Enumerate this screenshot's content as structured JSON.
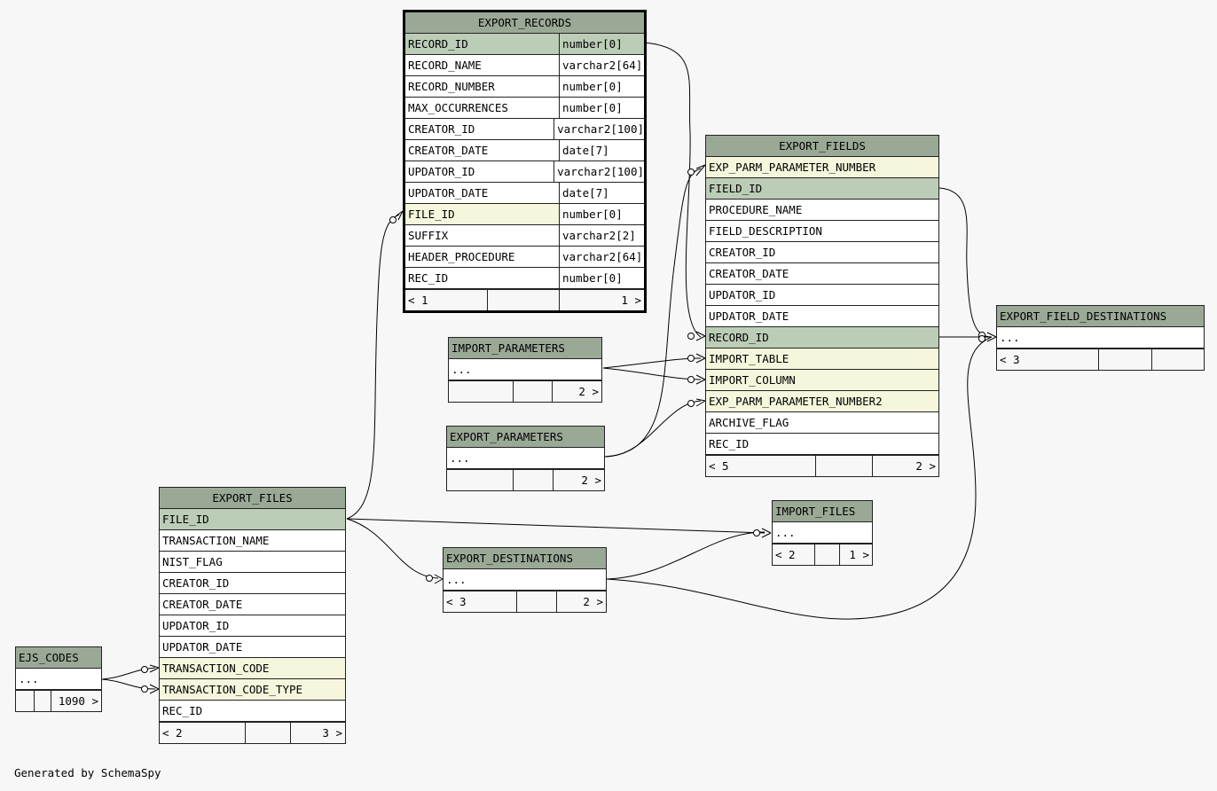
{
  "generated_by": "Generated by SchemaSpy",
  "colors": {
    "header": "#9aa996",
    "primary_key": "#bccdb7",
    "foreign_key": "#f5f6dc",
    "background": "#f7f7f7"
  },
  "export_records": {
    "title": "EXPORT_RECORDS",
    "columns": [
      {
        "name": "RECORD_ID",
        "type": "number[0]"
      },
      {
        "name": "RECORD_NAME",
        "type": "varchar2[64]"
      },
      {
        "name": "RECORD_NUMBER",
        "type": "number[0]"
      },
      {
        "name": "MAX_OCCURRENCES",
        "type": "number[0]"
      },
      {
        "name": "CREATOR_ID",
        "type": "varchar2[100]"
      },
      {
        "name": "CREATOR_DATE",
        "type": "date[7]"
      },
      {
        "name": "UPDATOR_ID",
        "type": "varchar2[100]"
      },
      {
        "name": "UPDATOR_DATE",
        "type": "date[7]"
      },
      {
        "name": "FILE_ID",
        "type": "number[0]"
      },
      {
        "name": "SUFFIX",
        "type": "varchar2[2]"
      },
      {
        "name": "HEADER_PROCEDURE",
        "type": "varchar2[64]"
      },
      {
        "name": "REC_ID",
        "type": "number[0]"
      }
    ],
    "footer": [
      "< 1",
      "",
      "1 >"
    ]
  },
  "export_fields": {
    "title": "EXPORT_FIELDS",
    "columns": [
      "EXP_PARM_PARAMETER_NUMBER",
      "FIELD_ID",
      "PROCEDURE_NAME",
      "FIELD_DESCRIPTION",
      "CREATOR_ID",
      "CREATOR_DATE",
      "UPDATOR_ID",
      "UPDATOR_DATE",
      "RECORD_ID",
      "IMPORT_TABLE",
      "IMPORT_COLUMN",
      "EXP_PARM_PARAMETER_NUMBER2",
      "ARCHIVE_FLAG",
      "REC_ID"
    ],
    "footer": [
      "< 5",
      "",
      "2 >"
    ]
  },
  "export_field_destinations": {
    "title": "EXPORT_FIELD_DESTINATIONS",
    "row": "...",
    "footer": [
      "< 3",
      "",
      ""
    ]
  },
  "import_parameters": {
    "title": "IMPORT_PARAMETERS",
    "row": "...",
    "footer": [
      "",
      "",
      "2 >"
    ]
  },
  "export_parameters": {
    "title": "EXPORT_PARAMETERS",
    "row": "...",
    "footer": [
      "",
      "",
      "2 >"
    ]
  },
  "export_files": {
    "title": "EXPORT_FILES",
    "columns": [
      "FILE_ID",
      "TRANSACTION_NAME",
      "NIST_FLAG",
      "CREATOR_ID",
      "CREATOR_DATE",
      "UPDATOR_ID",
      "UPDATOR_DATE",
      "TRANSACTION_CODE",
      "TRANSACTION_CODE_TYPE",
      "REC_ID"
    ],
    "footer": [
      "< 2",
      "",
      "3 >"
    ]
  },
  "import_files": {
    "title": "IMPORT_FILES",
    "row": "...",
    "footer": [
      "< 2",
      "",
      "1 >"
    ]
  },
  "export_destinations": {
    "title": "EXPORT_DESTINATIONS",
    "row": "...",
    "footer": [
      "< 3",
      "",
      "2 >"
    ]
  },
  "ejs_codes": {
    "title": "EJS_CODES",
    "row": "...",
    "footer": [
      "",
      "",
      "1090 >"
    ]
  }
}
